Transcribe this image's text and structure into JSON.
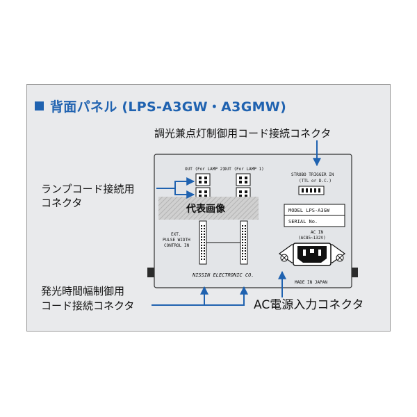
{
  "title": "背面パネル (LPS-A3GW・A3GMW)",
  "callouts": {
    "trigger_connector": "調光兼点灯制御用コード接続コネクタ",
    "lamp_connector_line1": "ランプコード接続用",
    "lamp_connector_line2": "コネクタ",
    "pulse_connector_line1": "発光時間幅制御用",
    "pulse_connector_line2": "コード接続コネクタ",
    "ac_connector": "AC電源入力コネクタ"
  },
  "panel": {
    "out_lamp2": "OUT (For LAMP 2)",
    "out_lamp1": "OUT (For LAMP 1)",
    "strobo_trigger": "STROBO TRIGGER IN",
    "ttl_dc": "(TTL or D.C.)",
    "model": "MODEL  LPS-A3GW",
    "serial": "SERIAL No.",
    "ac_in": "AC IN",
    "ac_range": "(AC85~132V)",
    "ext_line1": "EXT.",
    "ext_line2": "PULSE WIDTH",
    "ext_line3": "CONTROL IN",
    "made_in": "MADE IN JAPAN",
    "maker": "NISSIN ELECTRONIC CO."
  },
  "watermark": "代表画像",
  "colors": {
    "accent": "#1f62b0",
    "frame_bg": "#e9eaec",
    "panel_bg": "#e3e5e8"
  }
}
